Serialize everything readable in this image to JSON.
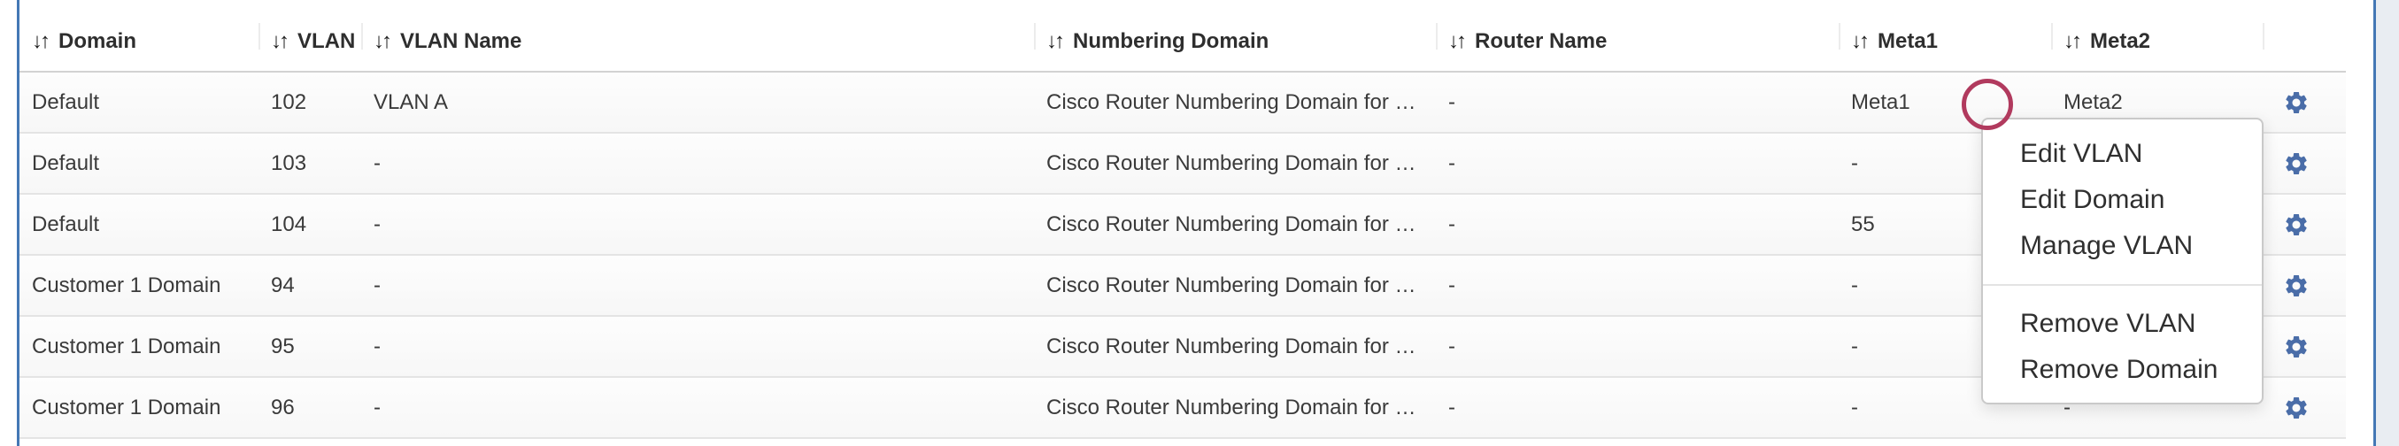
{
  "colors": {
    "panel_border": "#4478b5",
    "gear_icon": "#4a6da8",
    "annotation_circle": "#b13a5e",
    "right_strip": "#e9edf2"
  },
  "table": {
    "sort_icon": "↓↑",
    "columns": [
      {
        "key": "domain",
        "label": "Domain",
        "sortable": true
      },
      {
        "key": "vlan",
        "label": "VLAN",
        "sortable": true
      },
      {
        "key": "vlan_name",
        "label": "VLAN Name",
        "sortable": true
      },
      {
        "key": "numbering_domain",
        "label": "Numbering Domain",
        "sortable": true
      },
      {
        "key": "router_name",
        "label": "Router Name",
        "sortable": true
      },
      {
        "key": "meta1",
        "label": "Meta1",
        "sortable": true
      },
      {
        "key": "meta2",
        "label": "Meta2",
        "sortable": true
      },
      {
        "key": "actions",
        "label": "",
        "sortable": false
      }
    ],
    "rows": [
      {
        "domain": "Default",
        "vlan": "102",
        "vlan_name": "VLAN A",
        "numbering_domain": "Cisco Router Numbering Domain for …",
        "router_name": "-",
        "meta1": "Meta1",
        "meta2": "Meta2"
      },
      {
        "domain": "Default",
        "vlan": "103",
        "vlan_name": "-",
        "numbering_domain": "Cisco Router Numbering Domain for …",
        "router_name": "-",
        "meta1": "-",
        "meta2": ""
      },
      {
        "domain": "Default",
        "vlan": "104",
        "vlan_name": "-",
        "numbering_domain": "Cisco Router Numbering Domain for …",
        "router_name": "-",
        "meta1": "55",
        "meta2": ""
      },
      {
        "domain": "Customer 1 Domain",
        "vlan": "94",
        "vlan_name": "-",
        "numbering_domain": "Cisco Router Numbering Domain for …",
        "router_name": "-",
        "meta1": "-",
        "meta2": ""
      },
      {
        "domain": "Customer 1 Domain",
        "vlan": "95",
        "vlan_name": "-",
        "numbering_domain": "Cisco Router Numbering Domain for …",
        "router_name": "-",
        "meta1": "-",
        "meta2": ""
      },
      {
        "domain": "Customer 1 Domain",
        "vlan": "96",
        "vlan_name": "-",
        "numbering_domain": "Cisco Router Numbering Domain for …",
        "router_name": "-",
        "meta1": "-",
        "meta2": "-"
      }
    ]
  },
  "context_menu": {
    "groups": [
      {
        "items": [
          {
            "label": "Edit VLAN"
          },
          {
            "label": "Edit Domain"
          },
          {
            "label": "Manage VLAN"
          }
        ]
      },
      {
        "items": [
          {
            "label": "Remove VLAN"
          },
          {
            "label": "Remove Domain"
          }
        ]
      }
    ]
  }
}
